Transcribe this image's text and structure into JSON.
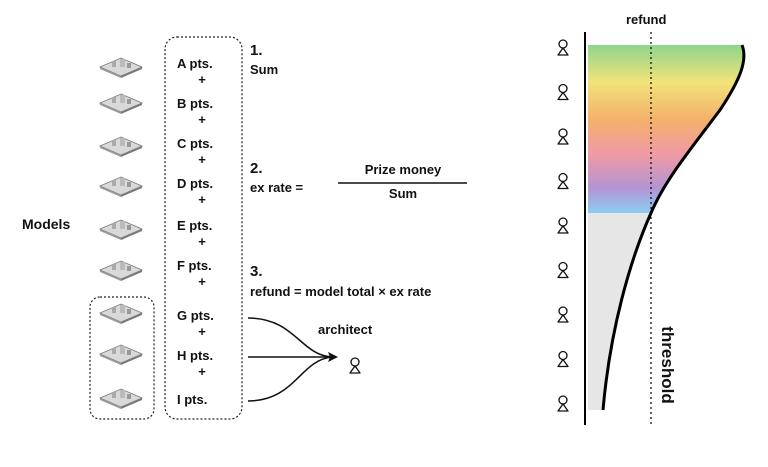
{
  "models_label": "Models",
  "points": [
    "A pts.",
    "B pts.",
    "C pts.",
    "D pts.",
    "E pts.",
    "F pts.",
    "G pts.",
    "H pts.",
    "I pts."
  ],
  "plus_sign": "+",
  "steps": {
    "step1": {
      "number": "1.",
      "text": "Sum"
    },
    "step2": {
      "number": "2.",
      "lhs": "ex rate =",
      "numerator": "Prize money",
      "denominator": "Sum"
    },
    "step3": {
      "number": "3.",
      "text": "refund = model total × ex rate"
    }
  },
  "architect_label": "architect",
  "chart": {
    "refund_label": "refund",
    "threshold_label": "threshold",
    "person_count": 9,
    "gradient_colors": [
      "#8fd68c",
      "#f1e37a",
      "#f4b06b",
      "#f09aa6",
      "#b494d2",
      "#8ccdf2"
    ],
    "below_threshold_fill": "#e6e6e6"
  },
  "icons": {
    "person": "person-keyhole-icon",
    "model": "city-model-icon"
  }
}
